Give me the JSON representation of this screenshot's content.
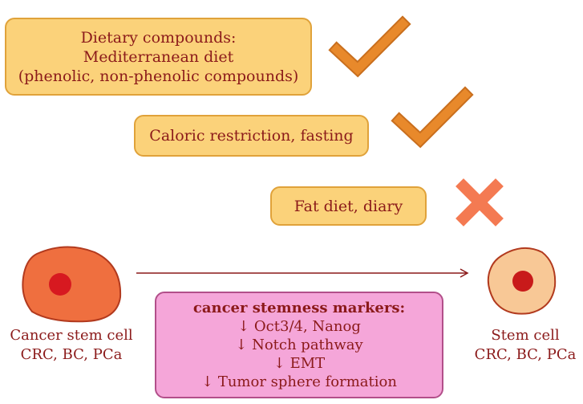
{
  "boxes": {
    "diet": {
      "lines": [
        "Dietary compounds:",
        "Mediterranean diet",
        "(phenolic, non-phenolic compounds)"
      ]
    },
    "caloric": {
      "text": "Caloric restriction, fasting"
    },
    "fat": {
      "text": "Fat diet, diary"
    }
  },
  "markers": {
    "title": "cancer stemness markers:",
    "items": [
      "↓ Oct3/4, Nanog",
      "↓ Notch pathway",
      "↓ EMT",
      "↓ Tumor sphere formation"
    ]
  },
  "cells": {
    "cancer": {
      "lines": [
        "Cancer stem cell",
        "CRC, BC, PCa"
      ]
    },
    "stem": {
      "lines": [
        "Stem cell",
        "CRC, BC, PCa"
      ]
    }
  },
  "colors": {
    "box_fill": "#fbd27a",
    "check": "#e8892b",
    "cross": "#f47a52",
    "cancer_cell": "#ef6f3f",
    "stem_cell": "#f8c896",
    "nucleus": "#d71920",
    "text": "#8b1a1a",
    "markers_fill": "#f5a6d9"
  },
  "icons": [
    "check-icon",
    "check-icon",
    "cross-icon"
  ]
}
